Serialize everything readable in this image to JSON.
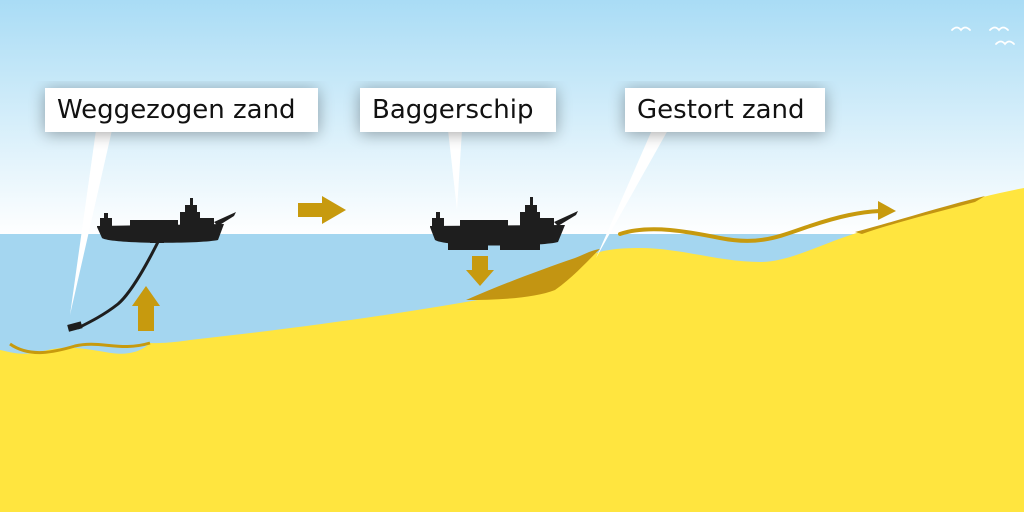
{
  "labels": {
    "sand_removed": "Weggezogen zand",
    "dredger": "Baggerschip",
    "sand_dumped": "Gestort zand"
  },
  "colors": {
    "sky_top": "#a9dcf5",
    "sky_bottom": "#ffffff",
    "water": "#a4d6f0",
    "sand": "#ffe53f",
    "arrow": "#c79a0e",
    "deposit": "#c39512",
    "ship": "#1e1e1e",
    "callout_bg": "#ffffff"
  },
  "icons": [
    "dredging-ship-icon",
    "dredging-ship-loaded-icon",
    "seagull-icon",
    "arrow-right-icon",
    "arrow-up-icon",
    "arrow-down-icon"
  ]
}
